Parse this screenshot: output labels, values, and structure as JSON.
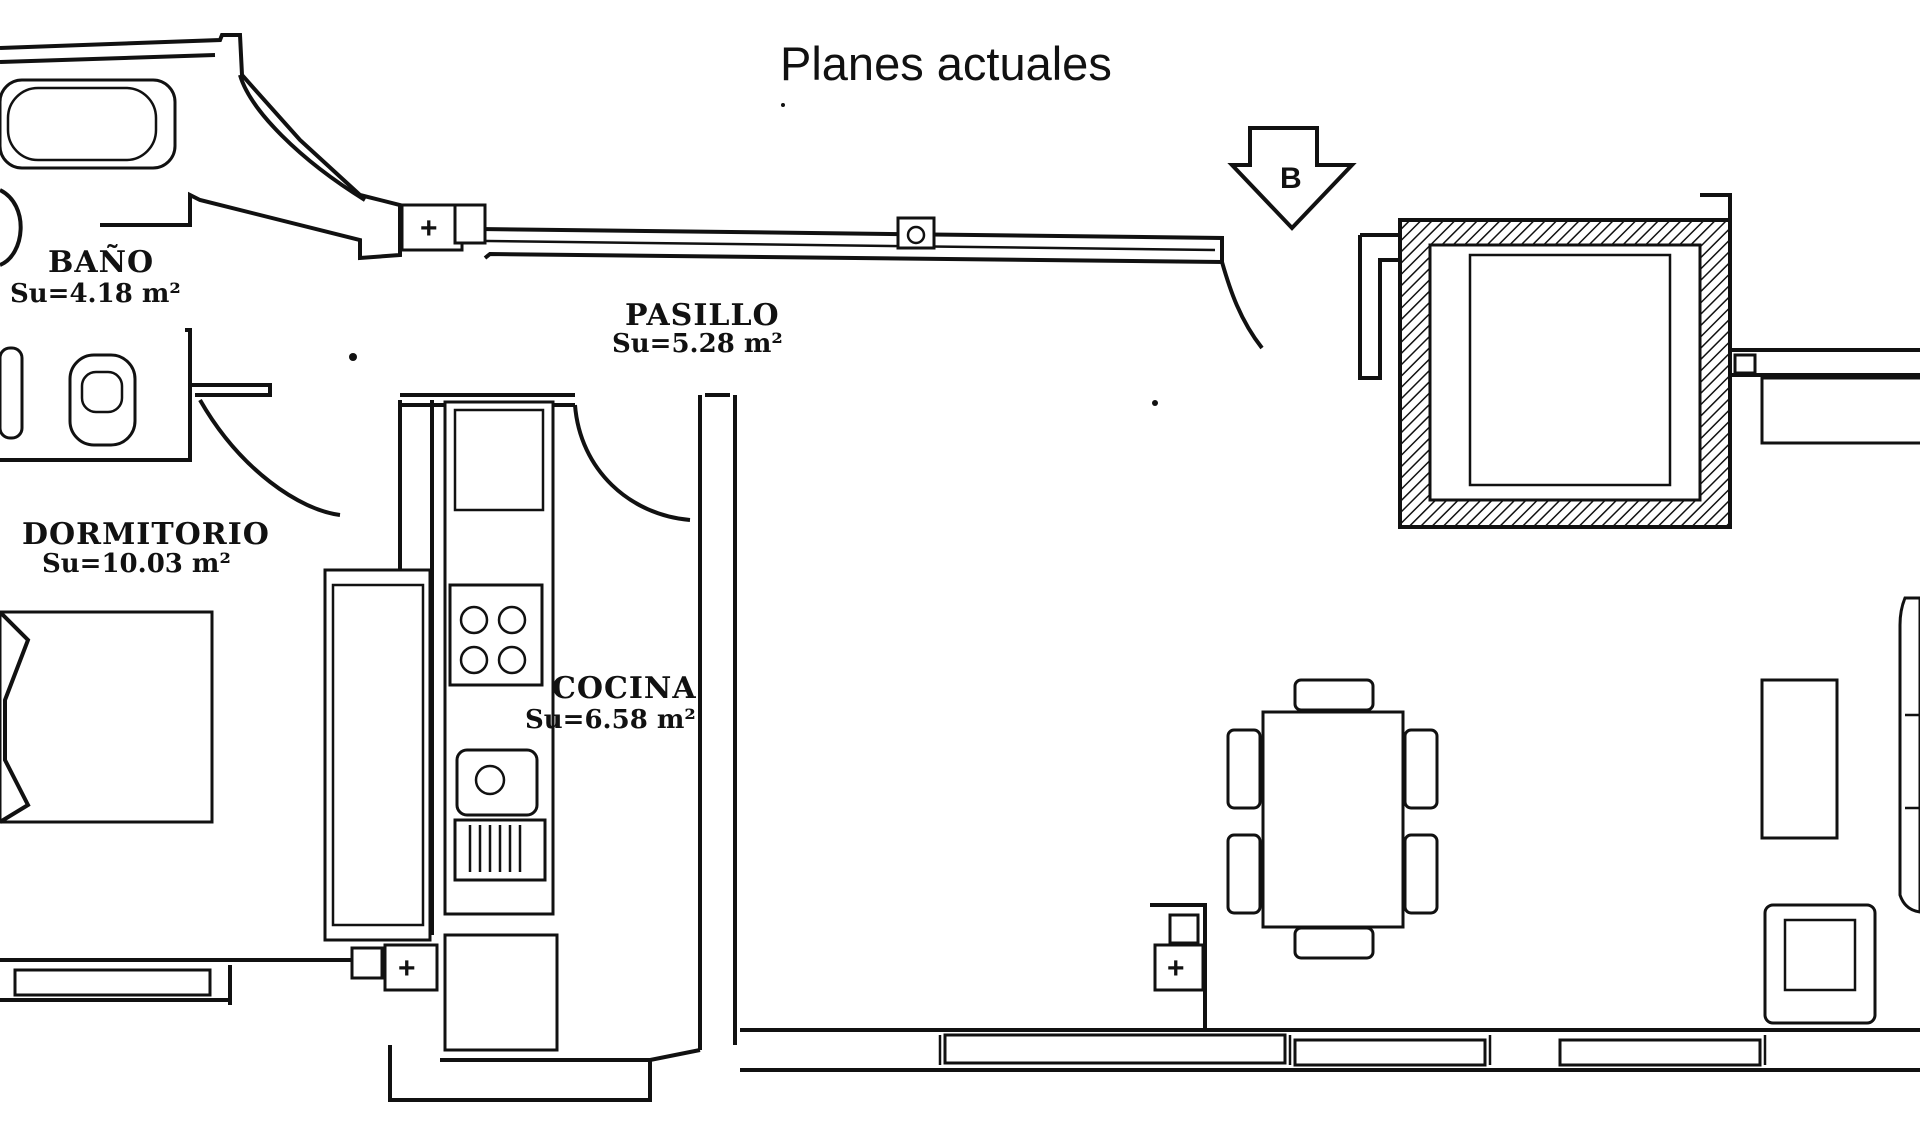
{
  "title": "Planes actuales",
  "section_marker": "B",
  "rooms": {
    "bano": {
      "name": "BAÑO",
      "area": "Su=4.18 m²"
    },
    "pasillo": {
      "name": "PASILLO",
      "area": "Su=5.28 m²"
    },
    "dormitorio": {
      "name": "DORMITORIO",
      "area": "Su=10.03 m²"
    },
    "cocina": {
      "name": "COCINA",
      "area": "Su=6.58 m²"
    }
  },
  "outlet_symbol": "+"
}
